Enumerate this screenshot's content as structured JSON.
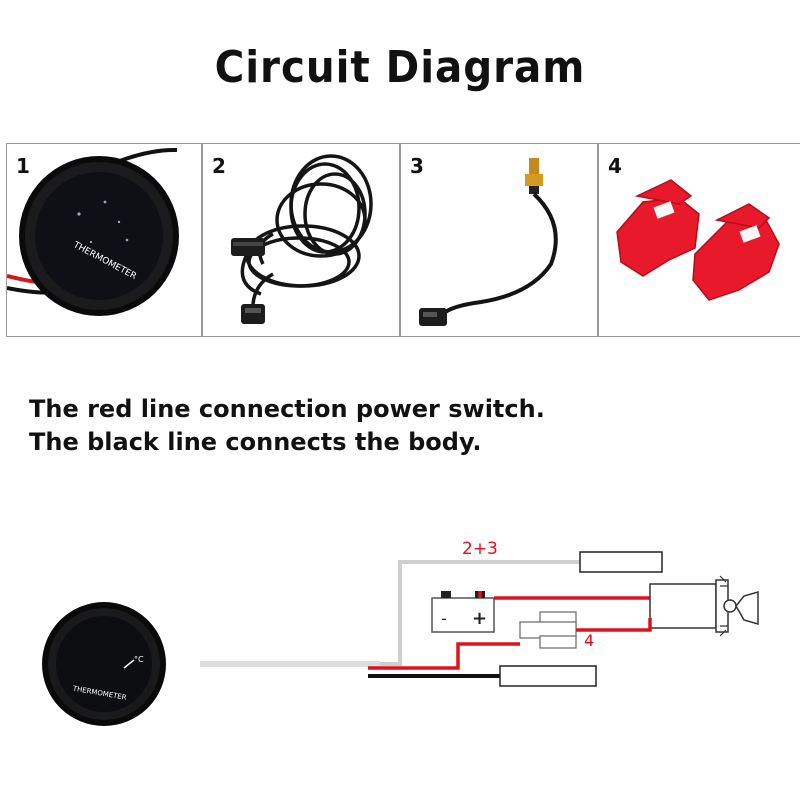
{
  "title": "Circuit Diagram",
  "panels": [
    {
      "number": "1",
      "gauge_text": "THERMOMETER"
    },
    {
      "number": "2"
    },
    {
      "number": "3"
    },
    {
      "number": "4"
    }
  ],
  "notes": [
    "The red line connection power switch.",
    "The black line connects the body."
  ],
  "wiring": {
    "gauge_text": "THERMOMETER",
    "label_sensor": "2+3",
    "label_connector": "4",
    "battery_minus": "-",
    "battery_plus": "+"
  },
  "colors": {
    "red_wire": "#e0101c",
    "black_wire": "#111111",
    "connector": "#e8192a"
  }
}
